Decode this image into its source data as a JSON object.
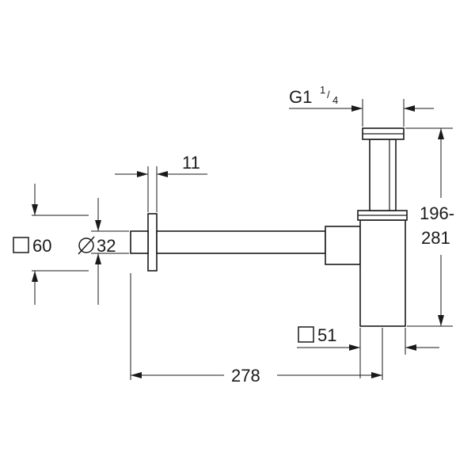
{
  "dimensions": {
    "thread": {
      "main": "G1",
      "num": "1",
      "slash": "/",
      "den": "4"
    },
    "wall_plate_thickness": "11",
    "plate_square": "60",
    "pipe_diameter": "32",
    "height_range": {
      "line1": "196-",
      "line2": "281"
    },
    "body_square": "51",
    "overall_length": "278"
  },
  "icons": {
    "square_symbol": "square-icon",
    "diameter_symbol": "diameter-icon"
  }
}
